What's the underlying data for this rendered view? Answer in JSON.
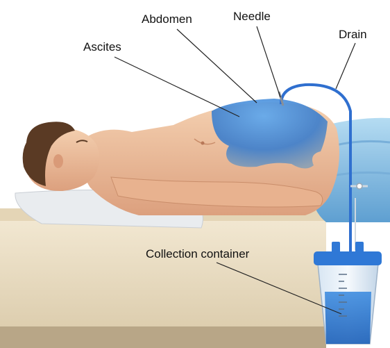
{
  "labels": {
    "ascites": "Ascites",
    "abdomen": "Abdomen",
    "needle": "Needle",
    "drain": "Drain",
    "collection": "Collection container"
  },
  "icons": {
    "patient": "patient-lying-icon",
    "container": "collection-container-icon"
  },
  "colors": {
    "fluid": "#4a8fd8",
    "skin": "#f0c6a4",
    "sheet": "#8fc3e6",
    "bed": "#efe3c8",
    "tube": "#2f6fcf"
  }
}
